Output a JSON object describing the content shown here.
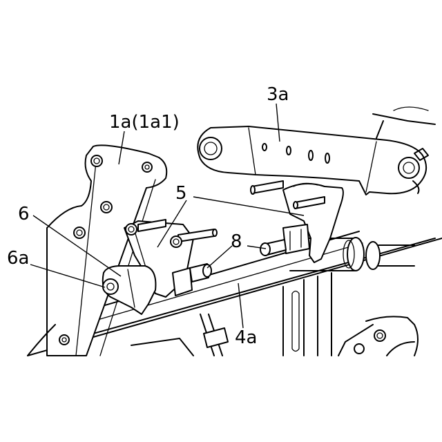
{
  "labels": {
    "l_1a": "1a(1a1)",
    "l_3a": "3a",
    "l_5": "5",
    "l_6": "6",
    "l_6a": "6a",
    "l_8": "8",
    "l_4a": "4a"
  },
  "colors": {
    "line": "#000000",
    "background": "#ffffff"
  }
}
